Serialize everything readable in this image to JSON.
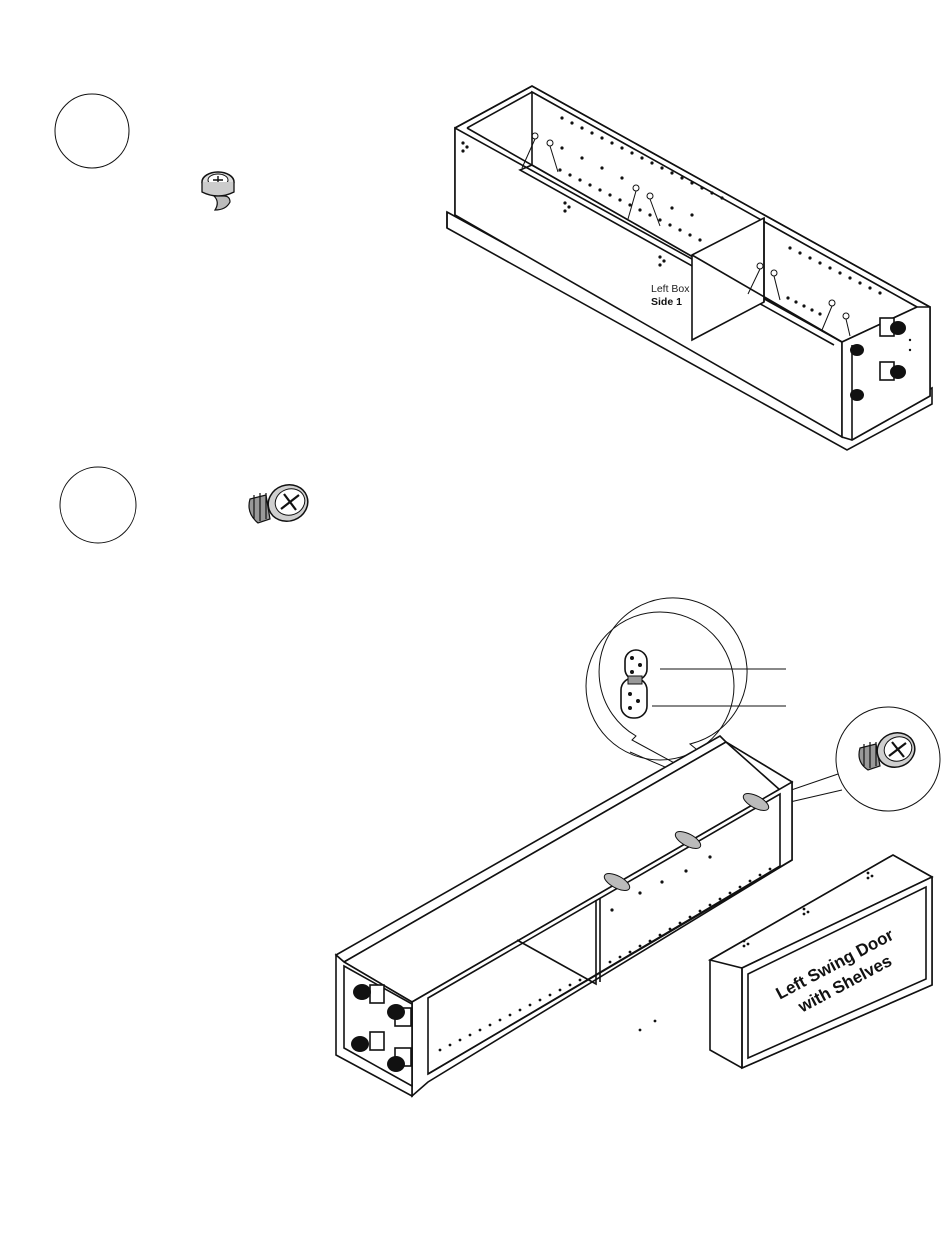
{
  "step_markers": [
    {
      "label": ""
    },
    {
      "label": ""
    }
  ],
  "hardware": {
    "cam_lock": "cam-lock-icon",
    "screw": "screw-icon",
    "hinge_plate": "hinge-plate-icon"
  },
  "left_box": {
    "name": "Left Box",
    "side": "Side 1"
  },
  "door_panel": {
    "line1": "Left Swing Door",
    "line2": "with Shelves"
  }
}
